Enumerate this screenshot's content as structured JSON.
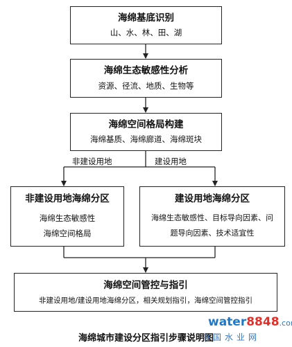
{
  "diagram": {
    "nodes": {
      "n1": {
        "title": "海绵基底识别",
        "subtitle": "山、水、林、田、湖"
      },
      "n2": {
        "title": "海绵生态敏感性分析",
        "subtitle": "资源、径流、地质、生物等"
      },
      "n3": {
        "title": "海绵空间格局构建",
        "subtitle": "海绵基质、海绵廊道、海绵斑块"
      },
      "n4": {
        "title": "非建设用地海绵分区",
        "line1": "海绵生态敏感性",
        "line2": "海绵空间格局"
      },
      "n5": {
        "title": "建设用地海绵分区",
        "line1": "海绵生态敏感性、目标导向因素、问",
        "line2": "题导向因素、技术适宜性"
      },
      "n6": {
        "title": "海绵空间管控与指引",
        "subtitle": "非建设用地/建设用地海绵分区，相关规划指引，海绵空间管控指引"
      }
    },
    "branch_labels": {
      "left": "非建设用地",
      "right": "建设用地"
    },
    "caption": "海绵城市建设分区指引步骤说明图"
  },
  "watermark": {
    "brand_a": "water",
    "brand_b": "8848",
    "suffix": ".com",
    "sub": "中国水业网"
  },
  "colors": {
    "line": "#222222",
    "watermark_blue": "#1f78c8",
    "watermark_red": "#e0302a"
  }
}
